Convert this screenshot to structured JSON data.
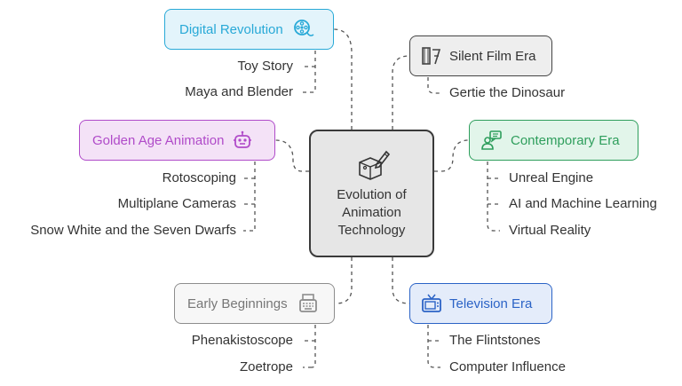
{
  "center": {
    "title": "Evolution of\nAnimation\nTechnology",
    "icon": "cube-pen-icon"
  },
  "colors": {
    "cyan": "#28a9d7",
    "cyanBg": "#e3f4fb",
    "gray": "#444444",
    "grayBg": "#eeeeee",
    "purple": "#b04bc9",
    "purpleBg": "#f4e2f7",
    "green": "#2e9e5c",
    "greenBg": "#e2f5ea",
    "light": "#8d8d8d",
    "lightBg": "#f7f7f7",
    "blue": "#2b63c6",
    "blueBg": "#e4ecfa",
    "line": "#555555"
  },
  "nodes": {
    "digital": {
      "label": "Digital Revolution",
      "icon": "film-reel-icon",
      "children": [
        "Toy Story",
        "Maya and Blender"
      ]
    },
    "silent": {
      "label": "Silent Film Era",
      "icon": "film-strip-icon",
      "children": [
        "Gertie the Dinosaur"
      ]
    },
    "golden": {
      "label": "Golden Age Animation",
      "icon": "robot-icon",
      "children": [
        "Rotoscoping",
        "Multiplane Cameras",
        "Snow White and the Seven Dwarfs"
      ]
    },
    "contemporary": {
      "label": "Contemporary Era",
      "icon": "user-chat-icon",
      "children": [
        "Unreal Engine",
        "AI and Machine Learning",
        "Virtual Reality"
      ]
    },
    "early": {
      "label": "Early Beginnings",
      "icon": "typewriter-icon",
      "children": [
        "Phenakistoscope",
        "Zoetrope"
      ]
    },
    "television": {
      "label": "Television Era",
      "icon": "tv-icon",
      "children": [
        "The Flintstones",
        "Computer Influence"
      ]
    }
  }
}
